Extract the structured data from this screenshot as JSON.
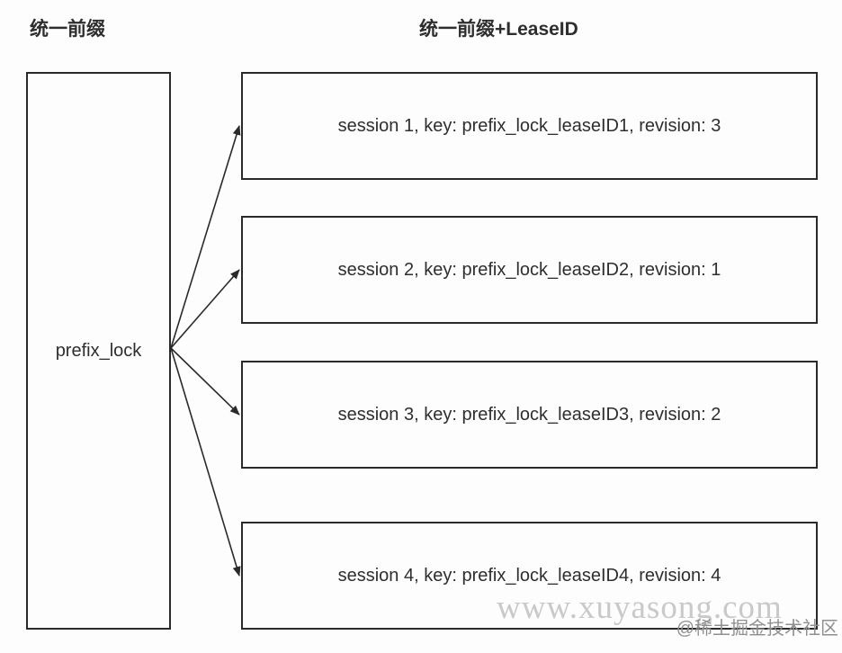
{
  "diagram": {
    "left_column_label": "统一前缀",
    "right_column_label": "统一前缀+LeaseID",
    "prefix_box": {
      "label": "prefix_lock"
    },
    "sessions": [
      {
        "label": "session 1, key: prefix_lock_leaseID1, revision: 3"
      },
      {
        "label": "session 2, key: prefix_lock_leaseID2, revision: 1"
      },
      {
        "label": "session 3, key: prefix_lock_leaseID3, revision: 2"
      },
      {
        "label": "session 4, key: prefix_lock_leaseID4, revision: 4"
      }
    ],
    "edges": [
      {
        "from": "prefix_lock",
        "to": "session 1",
        "to_index": 0
      },
      {
        "from": "prefix_lock",
        "to": "session 2",
        "to_index": 1
      },
      {
        "from": "prefix_lock",
        "to": "session 3",
        "to_index": 2
      },
      {
        "from": "prefix_lock",
        "to": "session 4",
        "to_index": 3
      }
    ],
    "colors": {
      "stroke": "#2a2a2a",
      "text": "#2e2e2e",
      "background": "#fdfdfd",
      "watermark_light": "#c9c9c9",
      "watermark_dark": "#8f8f8f"
    }
  },
  "watermarks": {
    "site": "www.xuyasong.com",
    "community": "@稀土掘金技术社区"
  }
}
